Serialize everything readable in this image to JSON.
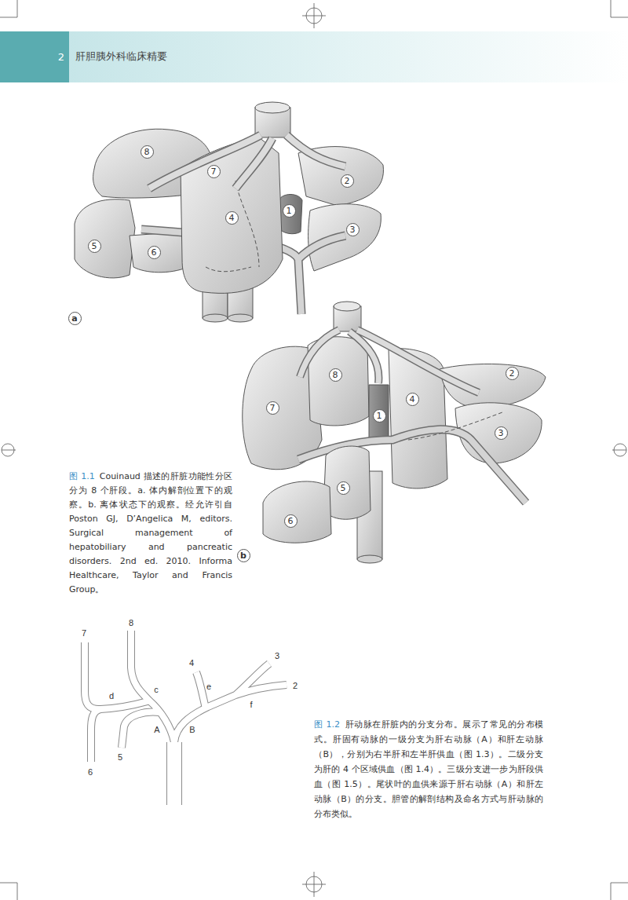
{
  "diagram": {
    "nodes": [
      {
        "text": [
          "8"
        ]
      },
      {
        "text": [
          "7"
        ]
      },
      {
        "text": [
          "2"
        ]
      },
      {
        "text": [
          "4"
        ]
      },
      {
        "text": [
          "1"
        ]
      },
      {
        "text": [
          "3"
        ]
      },
      {
        "text": [
          "5"
        ]
      },
      {
        "text": [
          "6"
        ]
      },
      {
        "text": [
          "a"
        ]
      },
      {
        "text": [
          "8"
        ]
      },
      {
        "text": [
          "7"
        ]
      },
      {
        "text": [
          "1"
        ]
      },
      {
        "text": [
          "4"
        ]
      },
      {
        "text": [
          "2"
        ]
      },
      {
        "text": [
          "3"
        ]
      },
      {
        "text": [
          "5"
        ]
      },
      {
        "text": [
          "6"
        ]
      },
      {
        "text": [
          "b"
        ]
      }
    ],
    "labels": [
      "2",
      "肝胆胰外科临床精要",
      "图 1.1",
      "Couinaud 描述的肝脏功能性分区分为 8 个肝段。a. 体内解剖位置下的观察。b. 离体状态下的观察。经允许引自 Poston GJ, D’Angelica M, editors. Surgical management of hepatobiliary and pancreatic disorders. 2nd ed. 2010. Informa Healthcare, Taylor and Francis Group。",
      "图 1.2",
      "肝动脉在肝脏内的分支分布。展示了常见的分布模式。肝固有动脉的一级分支为肝右动脉（A）和肝左动脉（B），分别为右半肝和左半肝供血（图 1.3）。二级分支为肝的 4 个区域供血（图 1.4）。三级分支进一步为肝段供血（图 1.5）。尾状叶的血供来源于肝右动脉（A）和肝左动脉（B）的分支。胆管的解剖结构及命名方式与肝动脉的分布类似。",
      "8",
      "7",
      "3",
      "4",
      "e",
      "2",
      "c",
      "d",
      "f",
      "A",
      "B",
      "5",
      "6"
    ]
  }
}
